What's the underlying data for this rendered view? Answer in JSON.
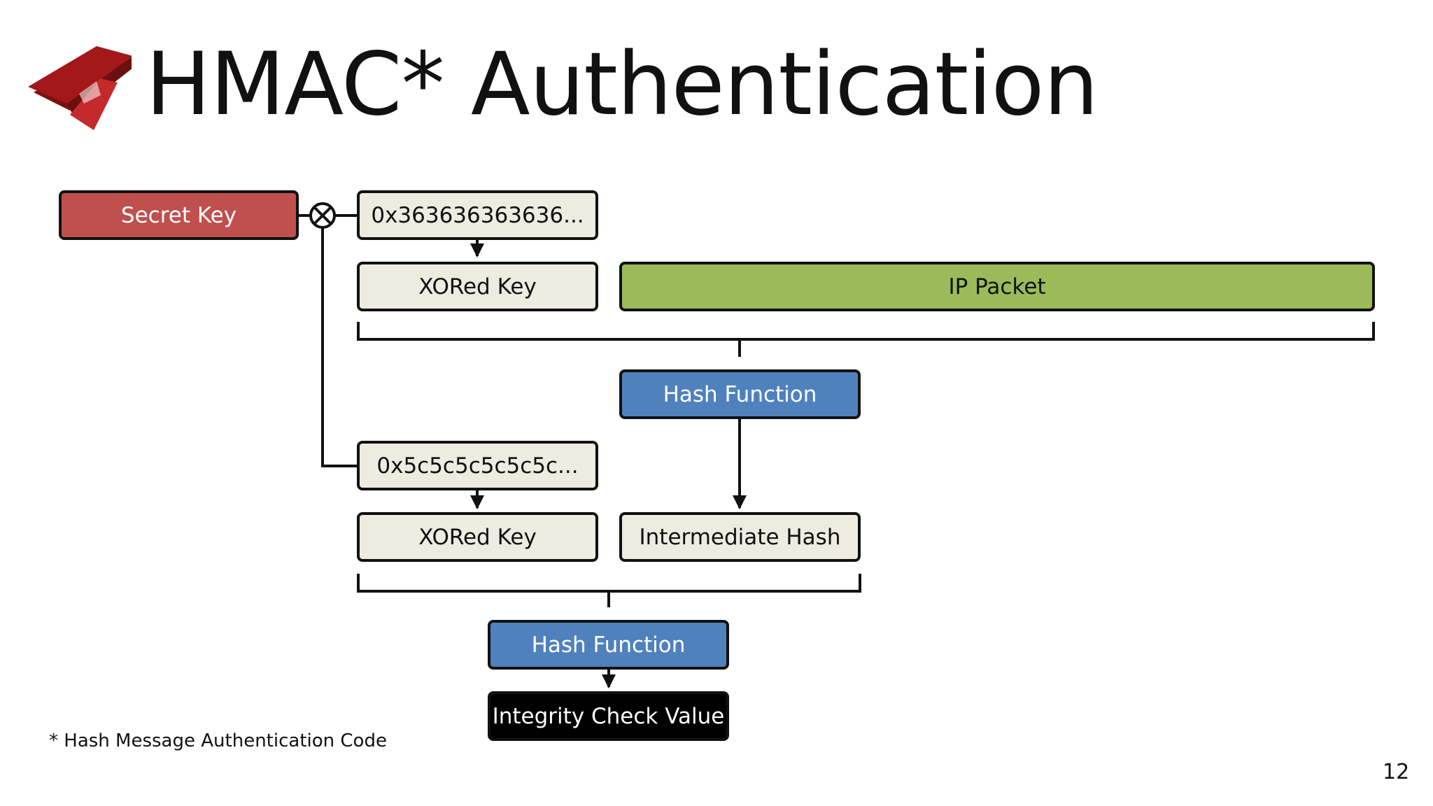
{
  "slide": {
    "title": "HMAC* Authentication",
    "footnote": "* Hash Message Authentication Code",
    "page_number": "12"
  },
  "diagram": {
    "secret_key": "Secret Key",
    "xor_operator_icon": "circle-x-icon",
    "ipad_constant": "0x363636363636...",
    "inner_xored_key": "XORed Key",
    "ip_packet": "IP Packet",
    "inner_hash_function": "Hash Function",
    "opad_constant": "0x5c5c5c5c5c5c...",
    "outer_xored_key": "XORed Key",
    "intermediate_hash": "Intermediate Hash",
    "outer_hash_function": "Hash Function",
    "integrity_check_value": "Integrity Check Value"
  },
  "colors": {
    "secret_key": "#c0504d",
    "constant_boxes": "#eeece1",
    "ip_packet": "#9bbb59",
    "hash_function": "#4f81bd",
    "integrity_check_value": "#000000"
  }
}
